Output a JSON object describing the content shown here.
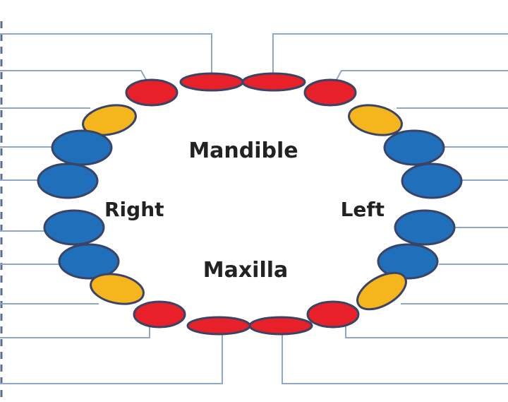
{
  "labels": {
    "upper": "Mandible",
    "lower": "Maxilla",
    "side_left": "Right",
    "side_right": "Left"
  },
  "colors": {
    "incisor": "#e8202a",
    "canine": "#f5b51c",
    "molar": "#1f6fba",
    "tooth_outline": "#3a4466",
    "leader_line": "#8fa8c8"
  },
  "teeth": [
    {
      "name": "tooth-upper-left-central-incisor",
      "type": "incisor"
    },
    {
      "name": "tooth-upper-right-central-incisor",
      "type": "incisor"
    },
    {
      "name": "tooth-upper-left-lateral-incisor",
      "type": "incisor"
    },
    {
      "name": "tooth-upper-right-lateral-incisor",
      "type": "incisor"
    },
    {
      "name": "tooth-upper-left-canine",
      "type": "canine"
    },
    {
      "name": "tooth-upper-right-canine",
      "type": "canine"
    },
    {
      "name": "tooth-left-molar-1",
      "type": "molar"
    },
    {
      "name": "tooth-left-molar-2",
      "type": "molar"
    },
    {
      "name": "tooth-left-molar-3",
      "type": "molar"
    },
    {
      "name": "tooth-left-molar-4",
      "type": "molar"
    },
    {
      "name": "tooth-right-molar-1",
      "type": "molar"
    },
    {
      "name": "tooth-right-molar-2",
      "type": "molar"
    },
    {
      "name": "tooth-right-molar-3",
      "type": "molar"
    },
    {
      "name": "tooth-right-molar-4",
      "type": "molar"
    },
    {
      "name": "tooth-lower-left-canine",
      "type": "canine"
    },
    {
      "name": "tooth-lower-right-canine",
      "type": "canine"
    },
    {
      "name": "tooth-lower-left-lateral-incisor",
      "type": "incisor"
    },
    {
      "name": "tooth-lower-right-lateral-incisor",
      "type": "incisor"
    },
    {
      "name": "tooth-lower-left-central-incisor",
      "type": "incisor"
    },
    {
      "name": "tooth-lower-right-central-incisor",
      "type": "incisor"
    }
  ]
}
